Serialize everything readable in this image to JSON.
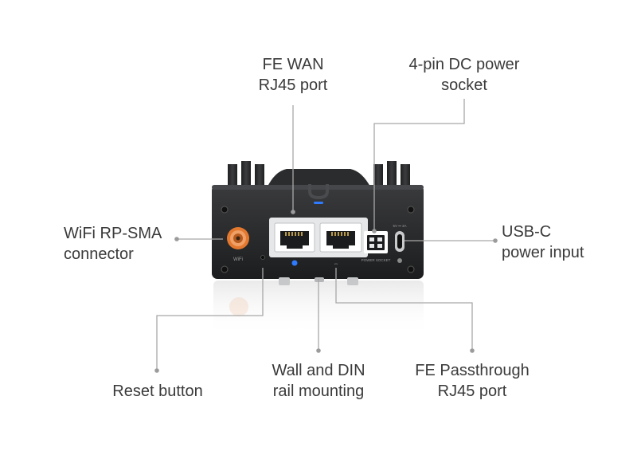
{
  "callouts": {
    "fe_wan": {
      "line1": "FE WAN",
      "line2": "RJ45 port"
    },
    "dc_power": {
      "line1": "4-pin DC power",
      "line2": "socket"
    },
    "wifi": {
      "line1": "WiFi RP-SMA",
      "line2": "connector"
    },
    "usbc": {
      "line1": "USB-C",
      "line2": "power input"
    },
    "reset": {
      "line1": "Reset button"
    },
    "mounting": {
      "line1": "Wall and DIN",
      "line2": "rail mounting"
    },
    "passthrough": {
      "line1": "FE Passthrough",
      "line2": "RJ45 port"
    }
  },
  "device": {
    "wifi_label": "WiFi",
    "power_label": "POWER SOCKET",
    "usb_label": "5V ⎓ 3A",
    "brand_icon": "ubiquiti-u-logo-icon",
    "led_color": "#2f7bff",
    "antenna_color": "#e3782f"
  },
  "colors": {
    "text": "#3a3a3a",
    "leader": "#a8a8a8",
    "body": "#2a2b2c"
  }
}
